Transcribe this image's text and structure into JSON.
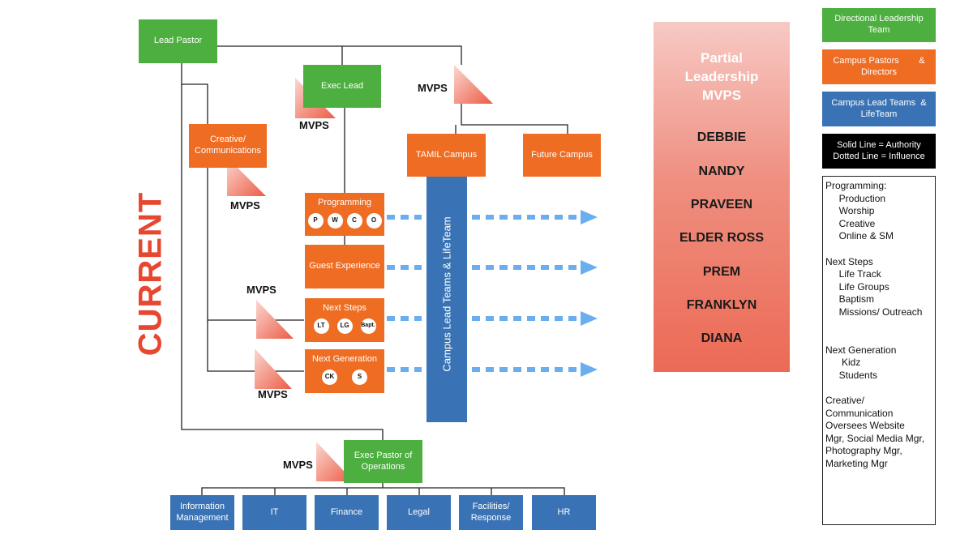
{
  "current_label": "CURRENT",
  "boxes": {
    "lead_pastor": "Lead Pastor",
    "exec_lead": "Exec Lead",
    "creative_comms": "Creative/\nCommunications",
    "tamil_campus": "TAMIL Campus",
    "future_campus": "Future Campus",
    "programming": "Programming",
    "guest_experience": "Guest Experience",
    "next_steps": "Next Steps",
    "next_generation": "Next Generation",
    "exec_pastor_ops": "Exec Pastor of\nOperations",
    "campus_lead_vertical": "Campus Lead Teams & LifeTeam"
  },
  "circles": {
    "programming": [
      "P",
      "W",
      "C",
      "O"
    ],
    "next_steps": [
      "LT",
      "LG",
      "Bapt."
    ],
    "next_generation": [
      "CK",
      "S"
    ]
  },
  "mvps_label": "MVPS",
  "operations_departments": [
    "Information\nManagement",
    "IT",
    "Finance",
    "Legal",
    "Facilities/\nResponse",
    "HR"
  ],
  "partial_leadership": {
    "title": "Partial\nLeadership\nMVPS",
    "names": [
      "DEBBIE",
      "NANDY",
      "PRAVEEN",
      "ELDER ROSS",
      "PREM",
      "FRANKLYN",
      "DIANA"
    ]
  },
  "legend": {
    "directional": "Directional Leadership\nTeam",
    "campus_pastors": "Campus Pastors        &\nDirectors",
    "campus_lead_teams": "Campus Lead Teams  &\nLifeTeam",
    "line_key": "Solid Line = Authority\nDotted Line = Influence",
    "description": "Programming:\n     Production\n     Worship\n     Creative\n     Online & SM\n\nNext Steps\n     Life Track\n     Life Groups\n     Baptism\n     Missions/ Outreach\n\n\nNext Generation\n      Kidz\n     Students\n\nCreative/\nCommunication\nOversees Website\nMgr, Social Media Mgr,\nPhotography Mgr,\nMarketing Mgr"
  },
  "colors": {
    "green": "#4caf3f",
    "orange": "#ef6c23",
    "blue": "#3a73b5",
    "dotted_arrow": "#6aaef0",
    "mvps_triangle": "#f07a6a",
    "current_text": "#e8472f"
  }
}
